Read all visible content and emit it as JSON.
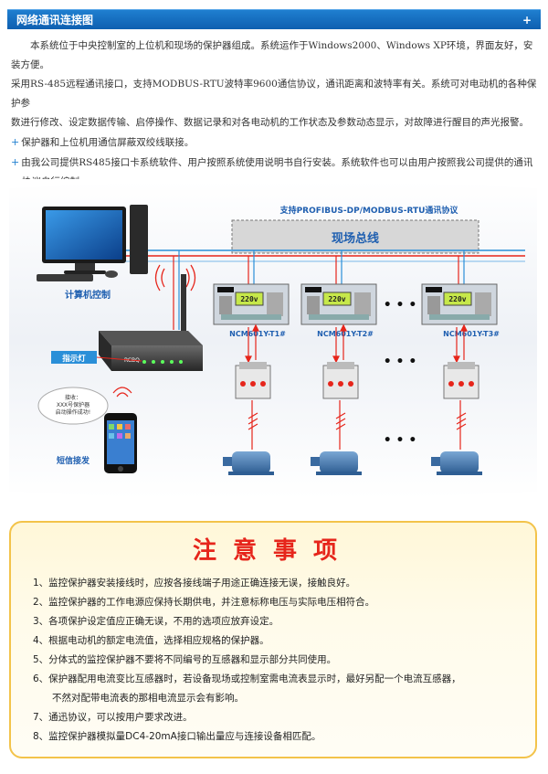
{
  "header": {
    "title": "网络通讯连接图",
    "plus": "+"
  },
  "intro": {
    "para1": "本系统位于中央控制室的上位机和现场的保护器组成。系统运作于Windows2000、Windows XP环境，界面友好，安装方便。",
    "para2": "采用RS-485远程通讯接口，支持MODBUS-RTU波特率9600通信协议，通讯距离和波特率有关。系统可对电动机的各种保护参",
    "para3": "数进行修改、设定数据传输、启停操作、数据记录和对各电动机的工作状态及参数动态显示，对故障进行醒目的声光报警。",
    "bullet1": "保护器和上位机用通信屏蔽双绞线联接。",
    "bullet2a": "由我公司提供RS485接口卡系统软件、用户按照系统使用说明书自行安装。系统软件也可以由用户按照我公司提供的通讯",
    "bullet2b": "协议自行编制。"
  },
  "diagram": {
    "protocol_label": "支持PROFIBUS-DP/MODBUS-RTU通讯协议",
    "bus_label": "现场总线",
    "computer_label": "计算机控制",
    "indicator_label": "指示灯",
    "sms_label": "短信接发",
    "bubble_lines": [
      "接收：",
      "XXX号保护器",
      "启动操作成功!"
    ],
    "device_brand": "RCBQ",
    "device_display": "220v",
    "ellipsis": "• • •",
    "units": [
      {
        "label": "NCM601Y-T1#"
      },
      {
        "label": "NCM601Y-T2#"
      },
      {
        "label": "NCM601Y-T3#"
      }
    ]
  },
  "notes": {
    "title": "注意事项",
    "items": [
      "1、监控保护器安装接线时，应按各接线端子用途正确连接无误，接触良好。",
      "2、监控保护器的工作电源应保持长期供电，并注意标称电压与实际电压相符合。",
      "3、各项保护设定值应正确无误，不用的选项应放弃设定。",
      "4、根据电动机的额定电流值，选择相应规格的保护器。",
      "5、分体式的监控保护器不要将不同编号的互感器和显示部分共同使用。",
      "6、保护器配用电流变比互感器时，若设备现场或控制室需电流表显示时，最好另配一个电流互感器，",
      "不然对配带电流表的那相电流显示会有影响。",
      "7、通迅协议，可以按用户要求改进。",
      "8、监控保护器模拟量DC4-20mA接口输出量应与连接设备相匹配。"
    ]
  },
  "colors": {
    "header_blue": "#0e5fb0",
    "bus_red": "#e6251b",
    "bus_blue": "#2a8fd8",
    "note_border": "#f3c34a"
  }
}
